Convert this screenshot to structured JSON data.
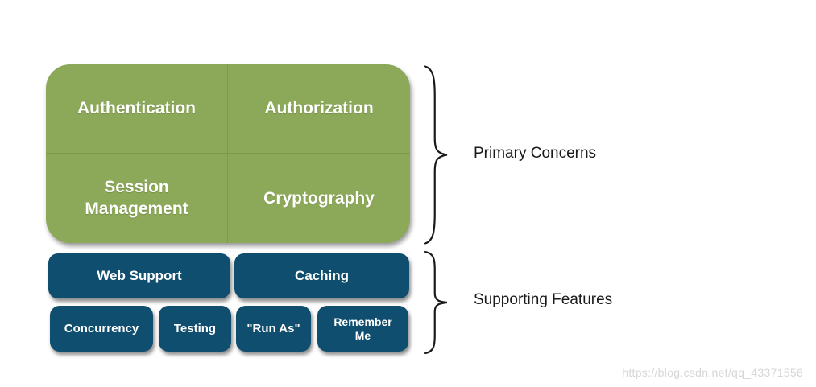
{
  "primary": {
    "label": "Primary Concerns",
    "cells": [
      {
        "label": "Authentication"
      },
      {
        "label": "Authorization"
      },
      {
        "label": "Session Management"
      },
      {
        "label": "Cryptography"
      }
    ]
  },
  "supporting": {
    "label": "Supporting Features",
    "row1": [
      {
        "label": "Web Support"
      },
      {
        "label": "Caching"
      }
    ],
    "row2": [
      {
        "label": "Concurrency"
      },
      {
        "label": "Testing"
      },
      {
        "label": "\"Run As\""
      },
      {
        "label": "Remember Me"
      }
    ]
  },
  "watermark": "https://blog.csdn.net/qq_43371556",
  "colors": {
    "primary_green": "#8CA859",
    "supporting_blue": "#0F4E6E",
    "label_text": "#1A1A1A",
    "watermark_gray": "#D6D6D6"
  }
}
